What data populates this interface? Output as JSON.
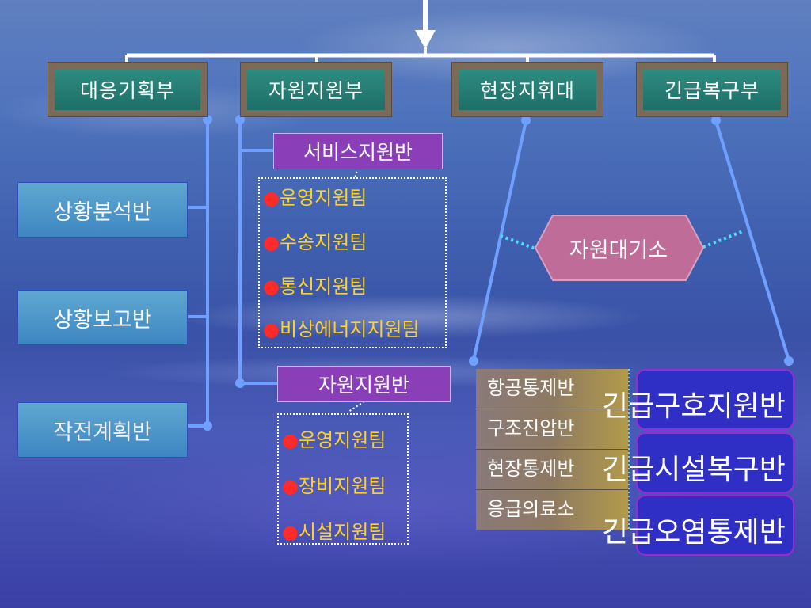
{
  "departments": [
    {
      "label": "대응기획부"
    },
    {
      "label": "자원지원부"
    },
    {
      "label": "현장지휘대"
    },
    {
      "label": "긴급복구부"
    }
  ],
  "planning_units": [
    {
      "label": "상황분석반"
    },
    {
      "label": "상황보고반"
    },
    {
      "label": "작전계획반"
    }
  ],
  "service_support": {
    "label": "서비스지원반",
    "teams": [
      "운영지원팀",
      "수송지원팀",
      "통신지원팀",
      "비상에너지지원팀"
    ]
  },
  "resource_support": {
    "label": "자원지원반",
    "teams": [
      "운영지원팀",
      "장비지원팀",
      "시설지원팀"
    ]
  },
  "staging": {
    "label": "자원대기소"
  },
  "field_units": [
    "항공통제반",
    "구조진압반",
    "현장통제반",
    "응급의료소"
  ],
  "recovery_units": [
    "긴급구호지원반",
    "긴급시설복구반",
    "긴급오염통제반"
  ],
  "bullet": "●",
  "colors": {
    "dept_fill": "#1e6f68",
    "team_text": "#ffd21f",
    "bullet": "#ff2a2a",
    "section_fill": "#8a3fb8",
    "recovery_fill": "#2f2fc6",
    "connector": "#6fa0ff"
  }
}
